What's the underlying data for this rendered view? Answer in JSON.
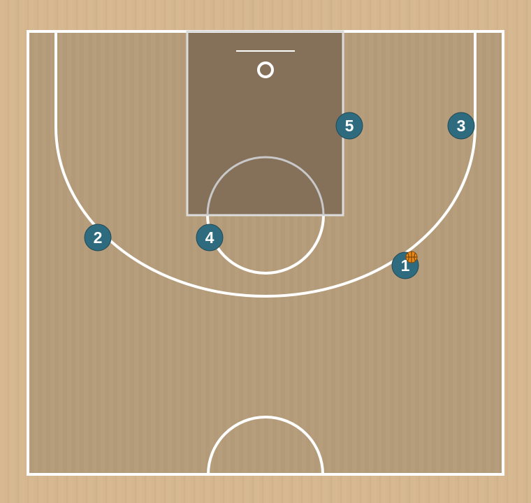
{
  "court": {
    "wood_color": "#d5b68e",
    "floor_color": "#b39b79",
    "paint_color": "#85715a",
    "line_color": "#ffffff"
  },
  "players": [
    {
      "number": "1",
      "has_ball": true
    },
    {
      "number": "2",
      "has_ball": false
    },
    {
      "number": "3",
      "has_ball": false
    },
    {
      "number": "4",
      "has_ball": false
    },
    {
      "number": "5",
      "has_ball": false
    }
  ],
  "player_color": "#2f6b7e",
  "ball_color": "#e88a1a",
  "icons": {
    "ball": "basketball-icon"
  }
}
